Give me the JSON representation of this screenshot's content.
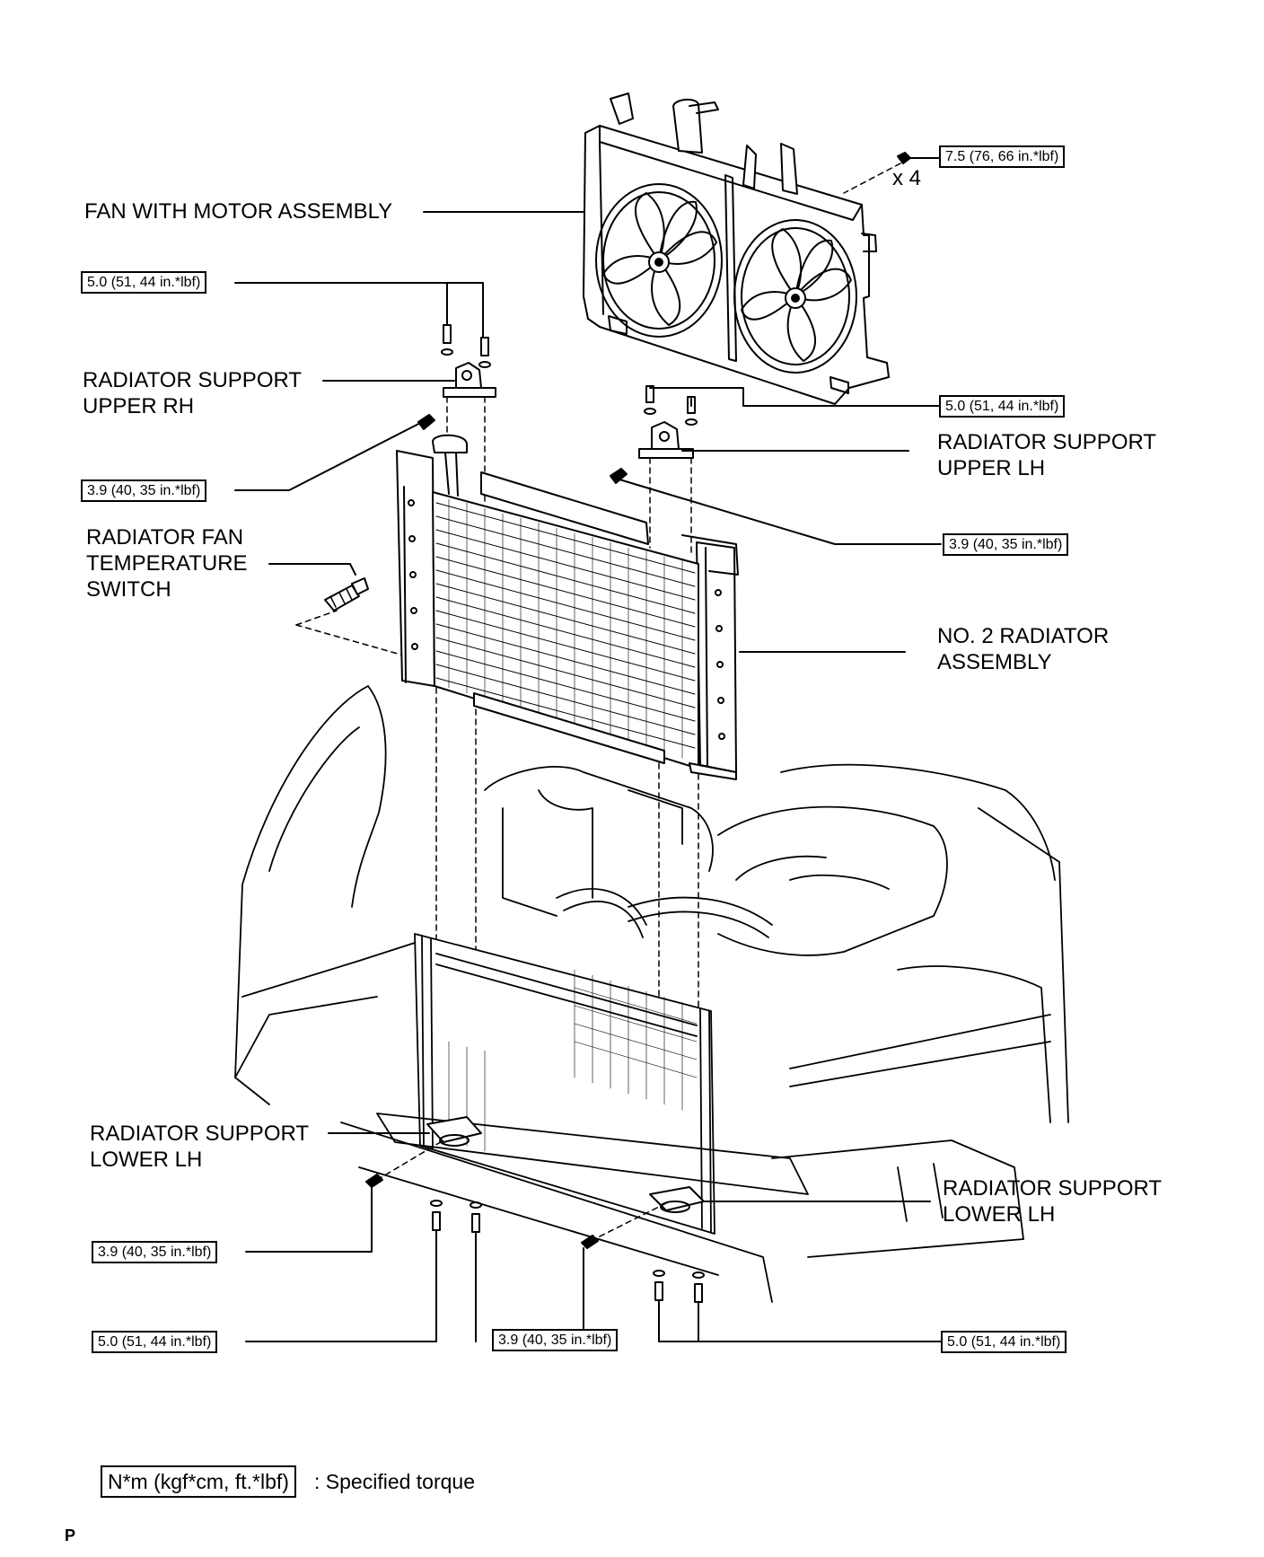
{
  "labels": {
    "fan_motor": "FAN WITH MOTOR ASSEMBLY",
    "support_upper_rh": [
      "RADIATOR SUPPORT",
      "UPPER RH"
    ],
    "support_upper_lh": [
      "RADIATOR SUPPORT",
      "UPPER LH"
    ],
    "fan_switch": [
      "RADIATOR FAN",
      "TEMPERATURE",
      "SWITCH"
    ],
    "radiator": [
      "NO. 2 RADIATOR",
      "ASSEMBLY"
    ],
    "support_lower_left": [
      "RADIATOR SUPPORT",
      "LOWER LH"
    ],
    "support_lower_right": [
      "RADIATOR SUPPORT",
      "LOWER LH"
    ],
    "qty": "x 4"
  },
  "torques": {
    "fan_bolts": "7.5 (76, 66 in.*lbf)",
    "upper_rh_bolts": "5.0 (51, 44 in.*lbf)",
    "upper_rh_side": "3.9 (40, 35 in.*lbf)",
    "upper_lh_bolts": "5.0 (51, 44 in.*lbf)",
    "upper_lh_side": "3.9 (40, 35 in.*lbf)",
    "lower_left_side": "3.9 (40, 35 in.*lbf)",
    "lower_left_bolts": "5.0 (51, 44 in.*lbf)",
    "lower_right_side": "3.9 (40, 35 in.*lbf)",
    "lower_right_bolts": "5.0 (51, 44 in.*lbf)"
  },
  "legend": {
    "unit": "N*m (kgf*cm, ft.*lbf)",
    "text": ": Specified torque"
  },
  "page_code": "P"
}
